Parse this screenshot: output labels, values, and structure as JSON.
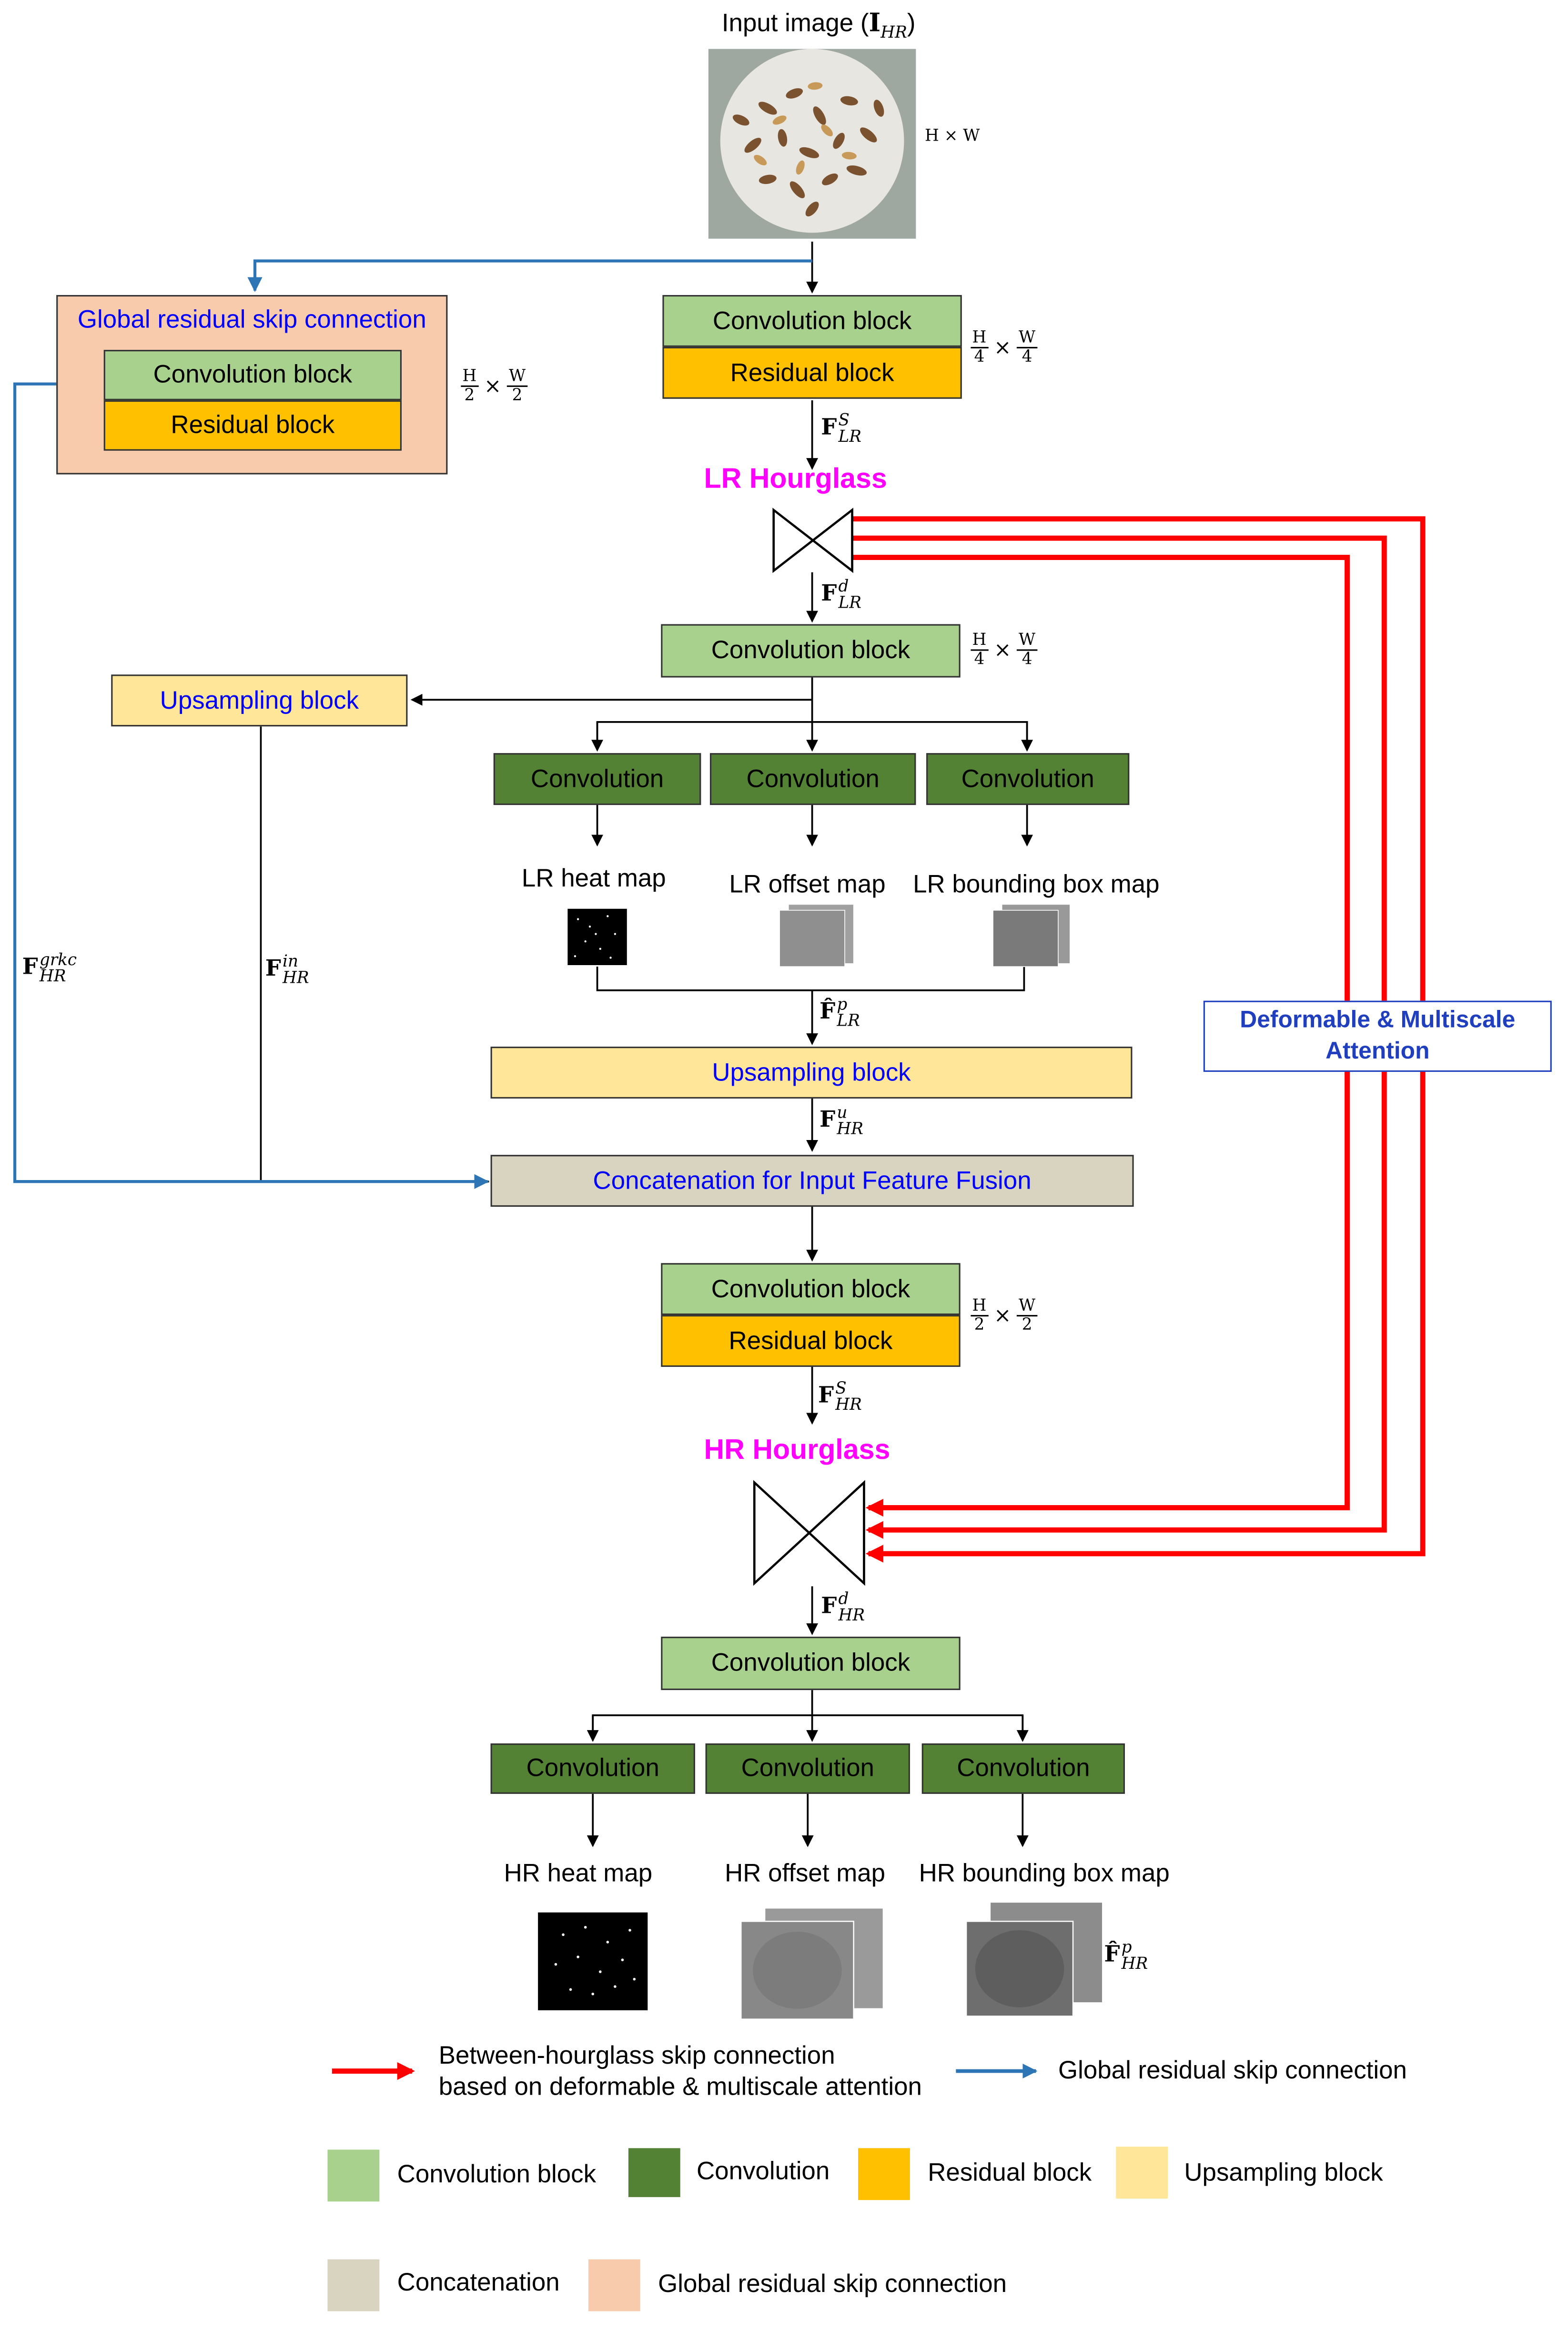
{
  "input": {
    "label": "Input image (",
    "label_math": "I",
    "label_sub": "HR",
    "label_close": ")",
    "dims": "H × W"
  },
  "grsc_box": {
    "title": "Global residual skip connection",
    "conv_block": "Convolution block",
    "res_block": "Residual block",
    "dim_num_h": "H",
    "dim_den_h": "2",
    "dim_num_w": "W",
    "dim_den_w": "2"
  },
  "stem": {
    "conv_block": "Convolution block",
    "res_block": "Residual block",
    "dim_num_h": "H",
    "dim_den_h": "4",
    "dim_num_w": "W",
    "dim_den_w": "4"
  },
  "features": {
    "f_s_lr": {
      "base": "F",
      "sup": "S",
      "sub": "LR"
    },
    "f_d_lr": {
      "base": "F",
      "sup": "d",
      "sub": "LR"
    },
    "f_grkc": {
      "base": "F",
      "sup": "grkc",
      "sub": "HR"
    },
    "f_in": {
      "base": "F",
      "sup": "in",
      "sub": "HR"
    },
    "f_p_lr": {
      "base": "F̂",
      "sup": "p",
      "sub": "LR"
    },
    "f_u_hr": {
      "base": "F",
      "sup": "u",
      "sub": "HR"
    },
    "f_s_hr": {
      "base": "F",
      "sup": "S",
      "sub": "HR"
    },
    "f_d_hr": {
      "base": "F",
      "sup": "d",
      "sub": "HR"
    },
    "f_p_hr": {
      "base": "F̂",
      "sup": "p",
      "sub": "HR"
    }
  },
  "lr": {
    "title": "LR Hourglass",
    "conv_block": "Convolution block",
    "dim_num_h": "H",
    "dim_den_h": "4",
    "dim_num_w": "W",
    "dim_den_w": "4",
    "upsampling_left": "Upsampling block",
    "convs": [
      "Convolution",
      "Convolution",
      "Convolution"
    ],
    "maps": [
      "LR heat map",
      "LR offset map",
      "LR bounding box map"
    ],
    "upsampling_main": "Upsampling block",
    "concat": "Concatenation for Input Feature Fusion"
  },
  "hr": {
    "title": "HR Hourglass",
    "conv_block_top": "Convolution block",
    "res_block": "Residual block",
    "dim_num_h": "H",
    "dim_den_h": "2",
    "dim_num_w": "W",
    "dim_den_w": "2",
    "conv_block": "Convolution block",
    "convs": [
      "Convolution",
      "Convolution",
      "Convolution"
    ],
    "maps": [
      "HR heat map",
      "HR offset map",
      "HR bounding box map"
    ]
  },
  "attention": {
    "line1": "Deformable & Multiscale",
    "line2": "Attention"
  },
  "legend": {
    "red_line1": "Between-hourglass skip connection",
    "red_line2": "based on deformable & multiscale attention",
    "blue": "Global residual skip connection",
    "items": [
      {
        "label": "Convolution block",
        "color": "#a9d18e"
      },
      {
        "label": "Convolution",
        "color": "#548235"
      },
      {
        "label": "Residual block",
        "color": "#ffc000"
      },
      {
        "label": "Upsampling block",
        "color": "#ffe699"
      },
      {
        "label": "Concatenation",
        "color": "#d9d4bf"
      },
      {
        "label": "Global residual skip connection",
        "color": "#f8cbad"
      }
    ]
  },
  "colors": {
    "red": "#ff0000",
    "blue": "#2e75b6",
    "magenta": "#ff00ff"
  }
}
